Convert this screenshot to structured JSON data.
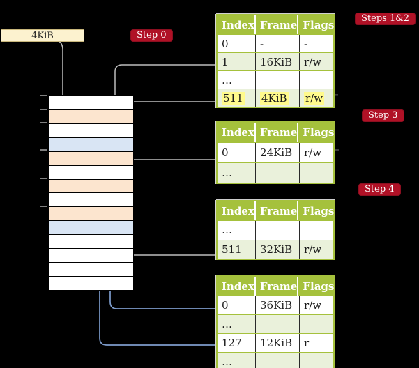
{
  "colors": {
    "background": "#000000",
    "badge_red": "#B01126",
    "header_green": "#A5C13C",
    "row_green": "#EAF1DB",
    "highlight_yellow": "#FFFA8C",
    "frame_cream": "#FCF2CF",
    "peach": "#FCE5CF",
    "light_blue": "#D9E5F4",
    "gray_line": "#BDBDBD",
    "gray_arrow": "#A6A6A6",
    "blue_line": "#7D9CCC",
    "blue_arrow": "#4C72B0"
  },
  "frame_box": {
    "label": "4KiB"
  },
  "badges": {
    "step0": "Step 0",
    "steps12": "Steps 1&2",
    "step3": "Step 3",
    "step4": "Step 4"
  },
  "memory_stack": {
    "rows": [
      "white",
      "peach",
      "white",
      "blue",
      "peach",
      "white",
      "peach",
      "white",
      "peach",
      "blue",
      "white",
      "white",
      "white",
      "white"
    ]
  },
  "tables": [
    {
      "id": "table1",
      "name": "page-table-steps-1-2",
      "headers": [
        "Index",
        "Frame",
        "Flags"
      ],
      "rows": [
        {
          "cells": [
            "0",
            "-",
            "-"
          ],
          "shaded": false,
          "highlight": false
        },
        {
          "cells": [
            "1",
            "16KiB",
            "r/w"
          ],
          "shaded": true,
          "highlight": false
        },
        {
          "cells": [
            "…",
            "",
            ""
          ],
          "shaded": false,
          "highlight": false
        },
        {
          "cells": [
            "511",
            "4KiB",
            "r/w"
          ],
          "shaded": true,
          "highlight": true
        }
      ]
    },
    {
      "id": "table2",
      "name": "page-table-step-3",
      "headers": [
        "Index",
        "Frame",
        "Flags"
      ],
      "rows": [
        {
          "cells": [
            "0",
            "24KiB",
            "r/w"
          ],
          "shaded": false,
          "highlight": false
        },
        {
          "cells": [
            "…",
            "",
            ""
          ],
          "shaded": true,
          "highlight": false
        }
      ]
    },
    {
      "id": "table3",
      "name": "page-table-step-4",
      "headers": [
        "Index",
        "Frame",
        "Flags"
      ],
      "rows": [
        {
          "cells": [
            "…",
            "",
            ""
          ],
          "shaded": false,
          "highlight": false
        },
        {
          "cells": [
            "511",
            "32KiB",
            "r/w"
          ],
          "shaded": true,
          "highlight": false
        }
      ]
    },
    {
      "id": "table4",
      "name": "page-table-final",
      "headers": [
        "Index",
        "Frame",
        "Flags"
      ],
      "rows": [
        {
          "cells": [
            "0",
            "36KiB",
            "r/w"
          ],
          "shaded": false,
          "highlight": false
        },
        {
          "cells": [
            "…",
            "",
            ""
          ],
          "shaded": true,
          "highlight": false
        },
        {
          "cells": [
            "127",
            "12KiB",
            "r"
          ],
          "shaded": false,
          "highlight": false
        },
        {
          "cells": [
            "…",
            "",
            ""
          ],
          "shaded": true,
          "highlight": false
        }
      ]
    }
  ]
}
